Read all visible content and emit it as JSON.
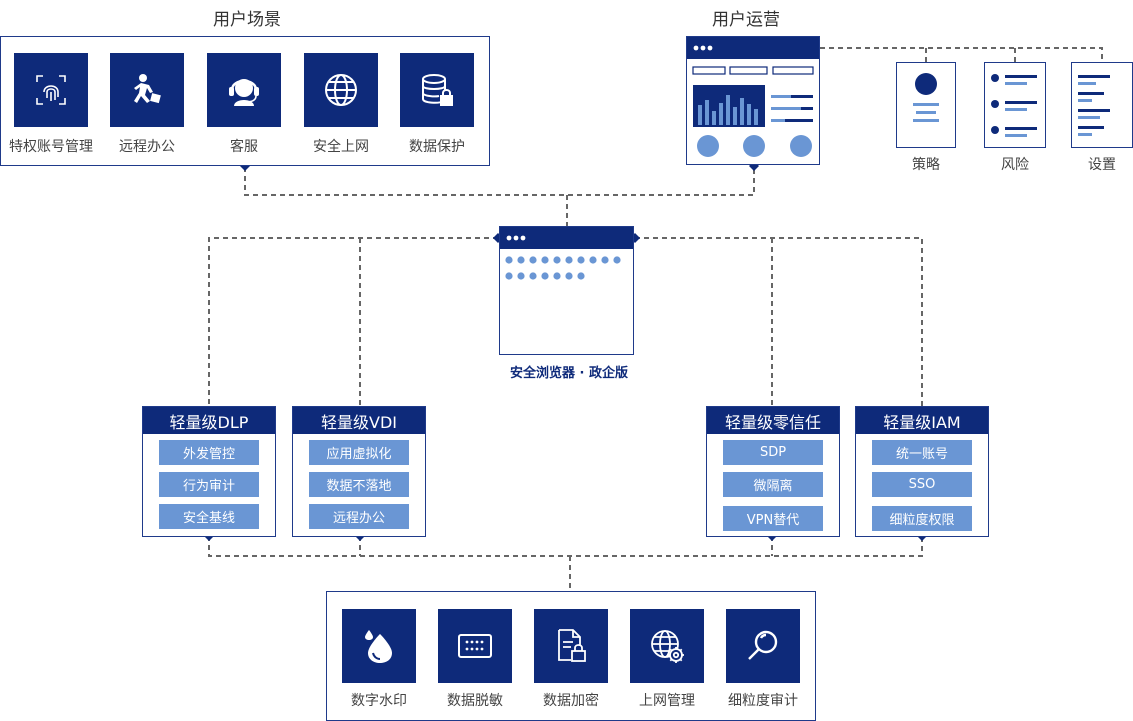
{
  "scenarios": {
    "title": "用户场景",
    "items": [
      {
        "label": "特权账号管理",
        "icon": "fingerprint-icon"
      },
      {
        "label": "远程办公",
        "icon": "running-person-icon"
      },
      {
        "label": "客服",
        "icon": "headset-icon"
      },
      {
        "label": "安全上网",
        "icon": "globe-icon"
      },
      {
        "label": "数据保护",
        "icon": "database-lock-icon"
      }
    ]
  },
  "operations": {
    "title": "用户运营",
    "cards": [
      {
        "label": "策略",
        "icon": "policy-icon"
      },
      {
        "label": "风险",
        "icon": "risk-icon"
      },
      {
        "label": "设置",
        "icon": "settings-list-icon"
      }
    ]
  },
  "browser": {
    "caption": "安全浏览器 · 政企版"
  },
  "modules": [
    {
      "title": "轻量级DLP",
      "items": [
        "外发管控",
        "行为审计",
        "安全基线"
      ]
    },
    {
      "title": "轻量级VDI",
      "items": [
        "应用虚拟化",
        "数据不落地",
        "远程办公"
      ]
    },
    {
      "title": "轻量级零信任",
      "items": [
        "SDP",
        "微隔离",
        "VPN替代"
      ]
    },
    {
      "title": "轻量级IAM",
      "items": [
        "统一账号",
        "SSO",
        "细粒度权限"
      ]
    }
  ],
  "capabilities": {
    "items": [
      {
        "label": "数字水印",
        "icon": "watermark-drop-icon"
      },
      {
        "label": "数据脱敏",
        "icon": "masked-field-icon"
      },
      {
        "label": "数据加密",
        "icon": "encrypted-document-icon"
      },
      {
        "label": "上网管理",
        "icon": "globe-gear-icon"
      },
      {
        "label": "细粒度审计",
        "icon": "magnifier-icon"
      }
    ]
  },
  "colors": {
    "navy": "#0e2a7a",
    "light_blue": "#6a96d4",
    "connector": "#666666"
  }
}
